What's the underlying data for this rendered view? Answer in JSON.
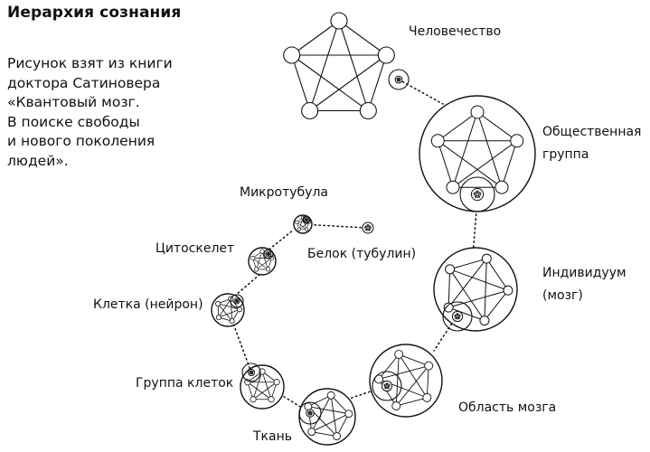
{
  "title": "Иерархия сознания",
  "caption_lines": [
    "Рисунок взят из книги",
    "доктора Сатиновера",
    "«Квантовый мозг.",
    "В поиске свободы",
    "и нового поколения",
    "людей»."
  ],
  "labels": {
    "humanity": "Человечество",
    "social_group_1": "Общественная",
    "social_group_2": "группа",
    "individual_1": "Индивидуум",
    "individual_2": "(мозг)",
    "brain_region": "Область мозга",
    "tissue": "Ткань",
    "cell_group": "Группа клеток",
    "cell": "Клетка (нейрон)",
    "cytoskeleton": "Цитоскелет",
    "microtubule": "Микротубула",
    "protein": "Белок (тубулин)"
  }
}
